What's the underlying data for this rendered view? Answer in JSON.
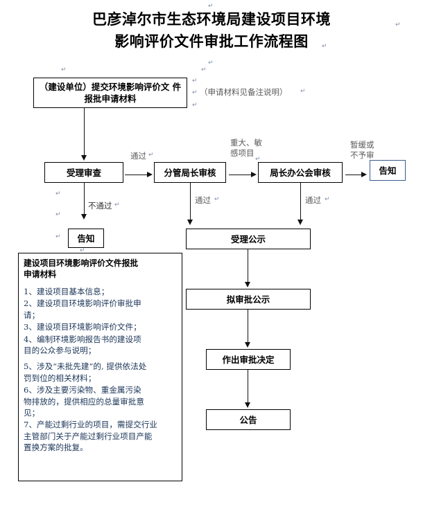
{
  "document": {
    "title_line1": "巴彦淖尔市生态环境局建设项目环境",
    "title_line2": "影响评价文件审批工作流程图",
    "title": "巴彦淖尔市生态环境局建设项目环境\n影响评价文件审批工作流程图"
  },
  "flow": {
    "start_box": "（建设单位）提交环境影响评价文\n件报批申请材料",
    "start_note": "（申请材料见备注说明）",
    "accept_review": "受理审查",
    "branch_director_review": "分管局长审核",
    "office_meeting_review": "局长办公会审核",
    "notify_right": "告知",
    "notify_left": "告知",
    "accept_publicity": "受理公示",
    "pre_approval_publicity": "拟审批公示",
    "make_decision": "作出审批决定",
    "announcement": "公告"
  },
  "edge_labels": {
    "pass_1": "通过",
    "fail_1": "不通过",
    "major_sensitive": "重大、敏\n感项目",
    "defer_or_reject": "暂缓或\n不予审",
    "pass_2": "通过",
    "pass_3": "通过"
  },
  "notes": {
    "heading": "建设项目环境影响评价文件报批\n申请材料",
    "items": [
      "1、建设项目基本信息；",
      "2、建设项目环境影响评价审批申\n请；",
      "3、建设项目环境影响评价文件；",
      "4、编制环境影响报告书的建设项\n目的公众参与说明；",
      "5、涉及“未批先建”的, 提供依法处\n罚到位的相关材料；",
      "6、涉及主要污染物、重金属污染\n物排放的，提供相应的总量审批意\n见；",
      "7、产能过剩行业的项目，需提交行业\n主管部门关于产能过剩行业项目产能\n置换方案的批复。"
    ]
  },
  "colors": {
    "box_border": "#000000",
    "notify_box_border": "#3a5a8c",
    "notes_text": "#1b3558",
    "label_text": "#333333",
    "background": "#ffffff"
  }
}
